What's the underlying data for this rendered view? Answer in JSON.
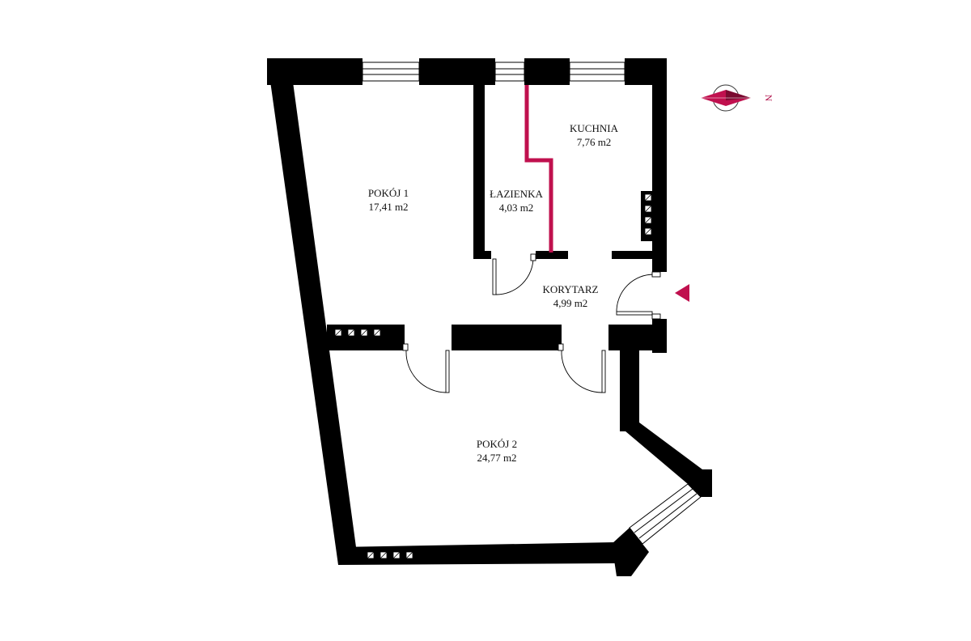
{
  "plan": {
    "colors": {
      "wall": "#000000",
      "accent": "#c0104e",
      "background": "#ffffff"
    },
    "rooms": [
      {
        "id": "pokoj1",
        "name": "POKÓJ 1",
        "area": "17,41 m2"
      },
      {
        "id": "lazienka",
        "name": "ŁAZIENKA",
        "area": "4,03 m2"
      },
      {
        "id": "kuchnia",
        "name": "KUCHNIA",
        "area": "7,76 m2"
      },
      {
        "id": "korytarz",
        "name": "KORYTARZ",
        "area": "4,99 m2"
      },
      {
        "id": "pokoj2",
        "name": "POKÓJ 2",
        "area": "24,77 m2"
      }
    ],
    "compass": {
      "label": "N",
      "icon": "compass-icon"
    },
    "entrance": {
      "icon": "entrance-arrow-icon"
    }
  }
}
